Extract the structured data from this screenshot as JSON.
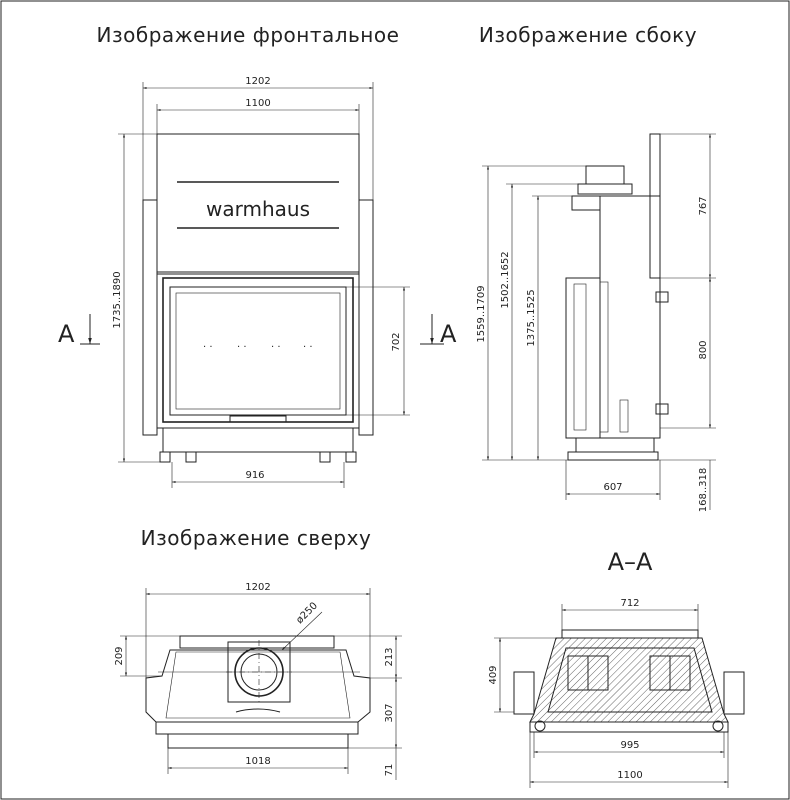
{
  "titles": {
    "front": "Изображение фронтальное",
    "side": "Изображение сбоку",
    "top": "Изображение сверху",
    "section": "А–А"
  },
  "brand": "warmhaus",
  "section_marker": "А",
  "front": {
    "width_outer": "1202",
    "width_inner": "1100",
    "height": "1735..1890",
    "glass_height": "702",
    "glass_width": "916"
  },
  "side": {
    "h1": "1559..1709",
    "h2": "1502..1652",
    "h3": "1375..1525",
    "top_dim": "767",
    "mid_dim": "800",
    "depth": "607",
    "legs": "168..318"
  },
  "top": {
    "width": "1202",
    "diameter": "ø250",
    "left_depth": "209",
    "right_depth_top": "213",
    "right_depth_bottom": "307",
    "base_width": "1018",
    "base_depth": "71"
  },
  "section": {
    "top_width": "712",
    "height": "409",
    "inner_width": "995",
    "outer_width": "1100"
  }
}
